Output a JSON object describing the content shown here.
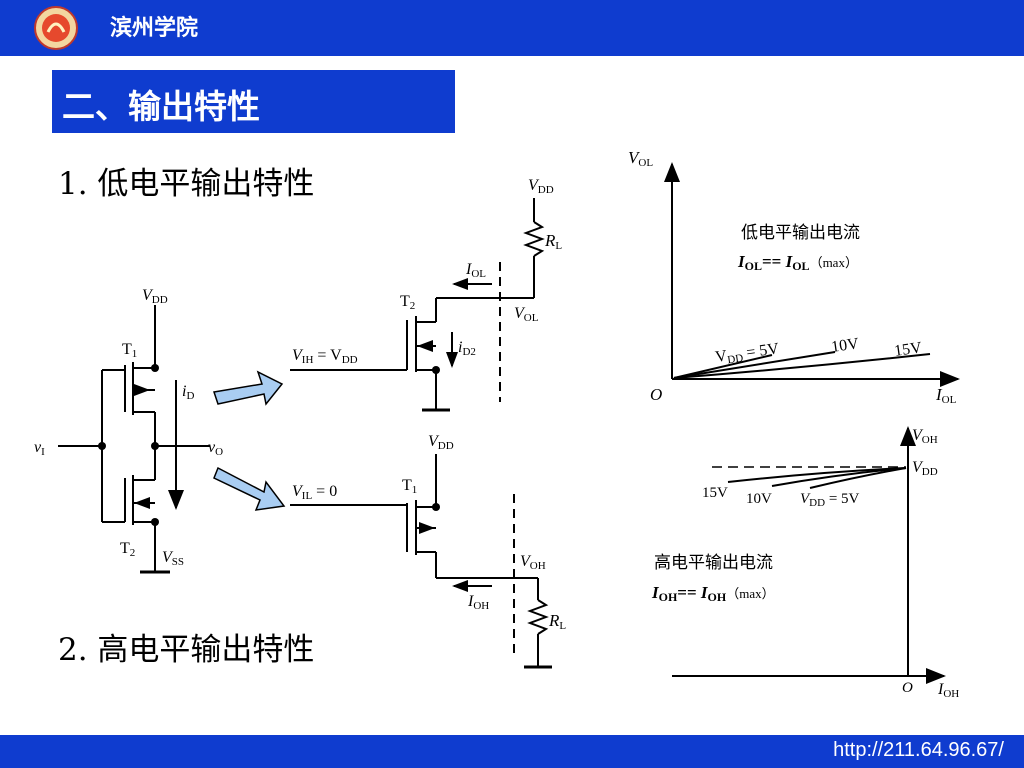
{
  "header": {
    "brand": "滨州学院",
    "logo_icon": "university-emblem-icon"
  },
  "section_title": "二、输出特性",
  "subtitles": {
    "low": "1.  低电平输出特性",
    "high": "2.  高电平输出特性"
  },
  "footer": {
    "url": "http://211.64.96.67/"
  },
  "cmos_circuit": {
    "vdd": "V",
    "vdd_sub": "DD",
    "vss": "V",
    "vss_sub": "SS",
    "t1": "T",
    "t1_sub": "1",
    "t2": "T",
    "t2_sub": "2",
    "vi": "v",
    "vi_sub": "I",
    "vo": "v",
    "vo_sub": "O",
    "id": "i",
    "id_sub": "D"
  },
  "low_circuit": {
    "vdd": "V",
    "vdd_sub": "DD",
    "rl": "R",
    "rl_sub": "L",
    "iol": "I",
    "iol_sub": "OL",
    "vol": "V",
    "vol_sub": "OL",
    "t2": "T",
    "t2_sub": "2",
    "input": "V",
    "input_sub": "IH",
    "input_eq": " = V",
    "input_eq_sub": "DD",
    "id2": "i",
    "id2_sub": "D2"
  },
  "high_circuit": {
    "vdd": "V",
    "vdd_sub": "DD",
    "t1": "T",
    "t1_sub": "1",
    "input": "V",
    "input_sub": "IL",
    "input_eq": " = 0",
    "voh": "V",
    "voh_sub": "OH",
    "ioh": "I",
    "ioh_sub": "OH",
    "rl": "R",
    "rl_sub": "L"
  },
  "low_graph": {
    "y_axis": "V",
    "y_axis_sub": "OL",
    "x_axis": "I",
    "x_axis_sub": "OL",
    "origin": "O",
    "curve_labels": [
      {
        "main": "V",
        "sub": "DD",
        "rest": " = 5V"
      },
      {
        "main": "10V"
      },
      {
        "main": "15V"
      }
    ],
    "note_title": "低电平输出电流",
    "note_formula": {
      "a": "I",
      "a_sub": "OL",
      "eq": "== ",
      "b": "I",
      "b_sub": "OL",
      "tail": "（max）"
    }
  },
  "high_graph": {
    "y_axis": "V",
    "y_axis_sub": "OH",
    "x_axis": "I",
    "x_axis_sub": "OH",
    "origin": "O",
    "vdd_label": "V",
    "vdd_label_sub": "DD",
    "curve_labels": [
      {
        "main": "15V"
      },
      {
        "main": "10V"
      },
      {
        "main": "V",
        "sub": "DD",
        "rest": " = 5V"
      }
    ],
    "note_title": "高电平输出电流",
    "note_formula": {
      "a": "I",
      "a_sub": "OH",
      "eq": "== ",
      "b": "I",
      "b_sub": "OH",
      "tail": "（max）"
    }
  }
}
